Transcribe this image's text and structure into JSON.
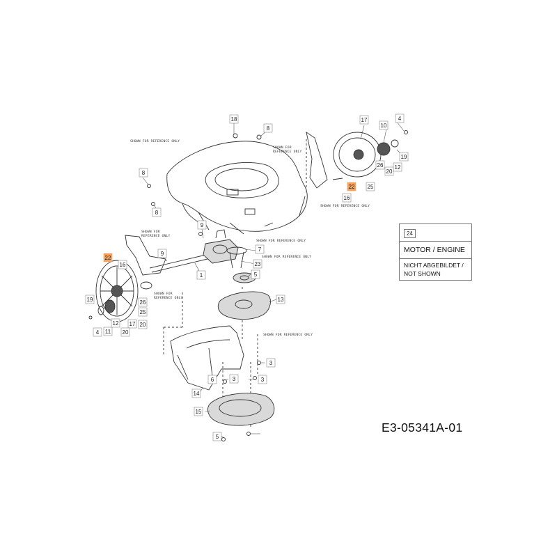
{
  "legend": {
    "part_number": "24",
    "title": "MOTOR /  ENGINE",
    "note_line1": "NICHT ABGEBILDET /",
    "note_line2": "NOT SHOWN"
  },
  "drawing_code": "E3-05341A-01",
  "reference_note": "SHOWN FOR REFERENCE ONLY",
  "highlight_color": "#f4a460",
  "callouts": {
    "p1": "1",
    "p3a": "3",
    "p3b": "3",
    "p3c": "3",
    "p4a": "4",
    "p4b": "4",
    "p5a": "5",
    "p5b": "5",
    "p6": "6",
    "p7": "7",
    "p8a": "8",
    "p8b": "8",
    "p8c": "8",
    "p9a": "9",
    "p9b": "9",
    "p10": "10",
    "p11": "11",
    "p12a": "12",
    "p12b": "12",
    "p13": "13",
    "p14": "14",
    "p15": "15",
    "p16a": "16",
    "p16b": "16",
    "p17a": "17",
    "p17b": "17",
    "p18": "18",
    "p19a": "19",
    "p19b": "19",
    "p20a": "20",
    "p20b": "20",
    "p20c": "20",
    "p22a": "22",
    "p22b": "22",
    "p23": "23",
    "p25a": "25",
    "p25b": "25",
    "p26a": "26",
    "p26b": "26"
  }
}
